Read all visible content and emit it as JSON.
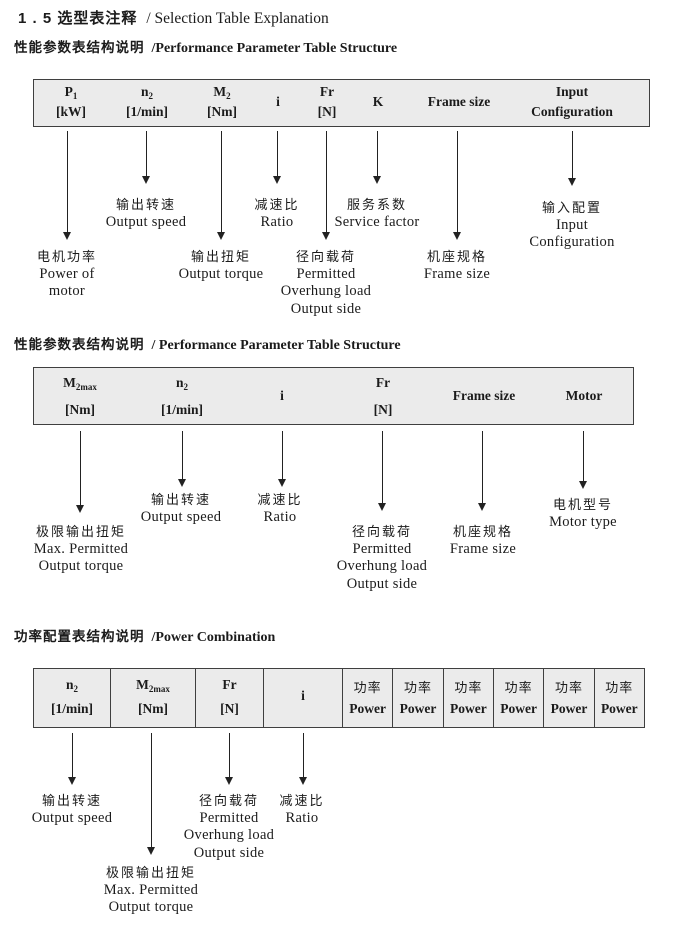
{
  "title": {
    "cn": "1 . 5 选型表注释",
    "en": "/ Selection Table Explanation"
  },
  "s1": {
    "heading": {
      "cn": "性能参数表结构说明",
      "en": "/Performance Parameter Table Structure"
    },
    "cols": {
      "p1": {
        "sym": "P",
        "sub": "1",
        "unit": "[kW]"
      },
      "n2": {
        "sym": "n",
        "sub": "2",
        "unit": "[1/min]"
      },
      "m2": {
        "sym": "M",
        "sub": "2",
        "unit": "[Nm]"
      },
      "i": {
        "sym": "i"
      },
      "fr": {
        "sym": "Fr",
        "unit": "[N]"
      },
      "k": {
        "sym": "K"
      },
      "frame": {
        "sym": "Frame size"
      },
      "input": {
        "line1": "Input",
        "line2": "Configuration"
      }
    },
    "notes": {
      "p1": [
        "电机功率",
        "Power of",
        "motor"
      ],
      "n2": [
        "输出转速",
        "Output speed"
      ],
      "m2": [
        "输出扭矩",
        "Output torque"
      ],
      "i": [
        "减速比",
        "Ratio"
      ],
      "fr": [
        "径向载荷",
        "Permitted",
        "Overhung load",
        "Output side"
      ],
      "k": [
        "服务系数",
        "Service factor"
      ],
      "frame": [
        "机座规格",
        "Frame size"
      ],
      "input": [
        "输入配置",
        "Input",
        "Configuration"
      ]
    }
  },
  "s2": {
    "heading": {
      "cn": "性能参数表结构说明",
      "en": "/ Performance Parameter Table Structure"
    },
    "cols": {
      "m2max": {
        "sym": "M",
        "sub": "2max",
        "unit": "[Nm]"
      },
      "n2": {
        "sym": "n",
        "sub": "2",
        "unit": "[1/min]"
      },
      "i": {
        "sym": "i"
      },
      "fr": {
        "sym": "Fr",
        "unit": "[N]"
      },
      "frame": {
        "sym": "Frame size"
      },
      "motor": {
        "sym": "Motor"
      }
    },
    "notes": {
      "m2max": [
        "极限输出扭矩",
        "Max. Permitted",
        "Output torque"
      ],
      "n2": [
        "输出转速",
        "Output speed"
      ],
      "i": [
        "减速比",
        "Ratio"
      ],
      "fr": [
        "径向载荷",
        "Permitted",
        "Overhung load",
        "Output side"
      ],
      "frame": [
        "机座规格",
        "Frame size"
      ],
      "motor": [
        "电机型号",
        "Motor type"
      ]
    }
  },
  "s3": {
    "heading": {
      "cn": "功率配置表结构说明",
      "en": "/Power Combination"
    },
    "cols": {
      "n2": {
        "sym": "n",
        "sub": "2",
        "unit": "[1/min]"
      },
      "m2max": {
        "sym": "M",
        "sub": "2max",
        "unit": "[Nm]"
      },
      "fr": {
        "sym": "Fr",
        "unit": "[N]"
      },
      "i": {
        "sym": "i"
      }
    },
    "power": [
      {
        "cn": "功率",
        "en": "Power"
      },
      {
        "cn": "功率",
        "en": "Power"
      },
      {
        "cn": "功率",
        "en": "Power"
      },
      {
        "cn": "功率",
        "en": "Power"
      },
      {
        "cn": "功率",
        "en": "Power"
      },
      {
        "cn": "功率",
        "en": "Power"
      }
    ],
    "notes": {
      "n2": [
        "输出转速",
        "Output speed"
      ],
      "m2max": [
        "极限输出扭矩",
        "Max. Permitted",
        "Output torque"
      ],
      "fr": [
        "径向载荷",
        "Permitted",
        "Overhung load",
        "Output side"
      ],
      "i": [
        "减速比",
        "Ratio"
      ]
    }
  }
}
